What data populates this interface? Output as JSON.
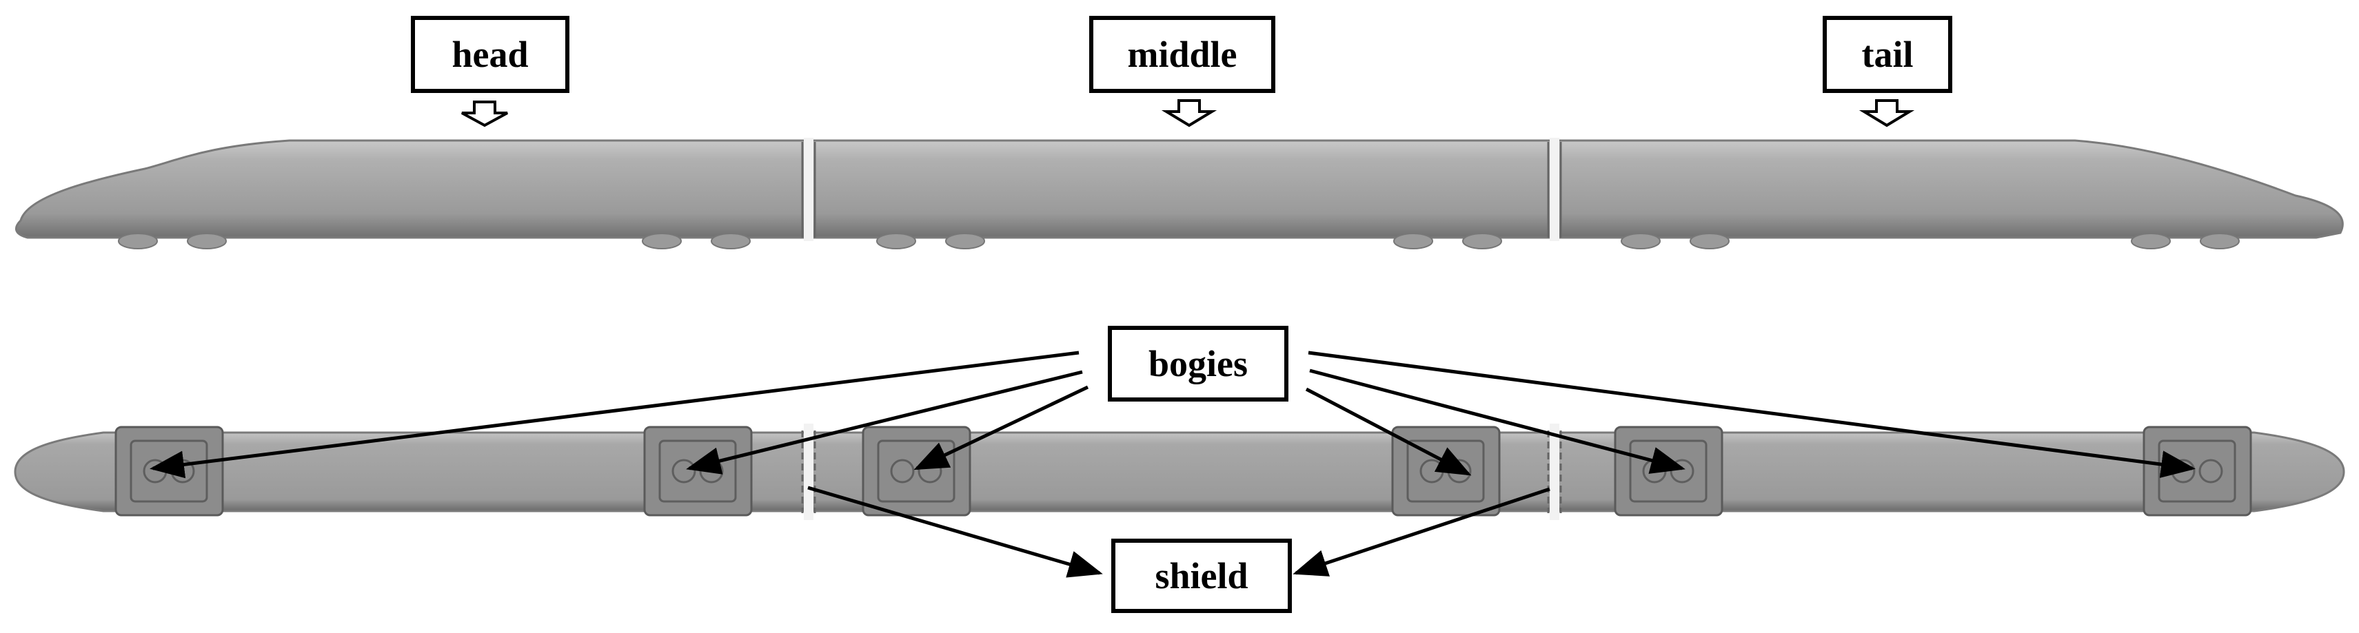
{
  "labels": {
    "head": "head",
    "middle": "middle",
    "tail": "tail",
    "bogies": "bogies",
    "shield": "shield"
  },
  "colors": {
    "body_light": "#b2b2b2",
    "body_mid": "#9c9c9c",
    "body_dark": "#6f6f6f",
    "bogie": "#8c8c8c",
    "gap": "#f2f2f2",
    "line": "#000000"
  },
  "icons": [
    "down-arrow-icon"
  ]
}
